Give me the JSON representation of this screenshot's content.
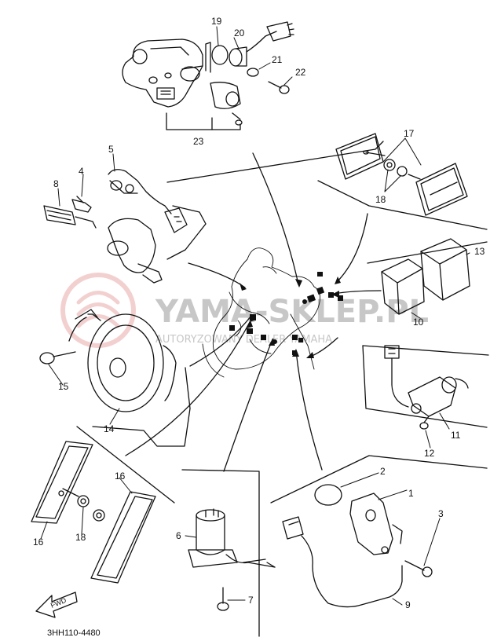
{
  "diagram": {
    "footer_code": "3HH110-4480",
    "fwd_label": "FWD",
    "watermark": {
      "title": "YAMA-SKLEP.PL",
      "subtitle": "AUTORYZOWANY DEALER YAMAHA",
      "brand_color": "#d93a3a"
    },
    "callouts": {
      "c1": "1",
      "c2": "2",
      "c3": "3",
      "c4": "4",
      "c5": "5",
      "c6": "6",
      "c7": "7",
      "c8": "8",
      "c9": "9",
      "c10": "10",
      "c11": "11",
      "c12": "12",
      "c13": "13",
      "c14": "14",
      "c15": "15",
      "c16a": "16",
      "c16b": "16",
      "c17": "17",
      "c18a": "18",
      "c18b": "18",
      "c19": "19",
      "c20": "20",
      "c21": "21",
      "c22": "22",
      "c23": "23"
    }
  }
}
